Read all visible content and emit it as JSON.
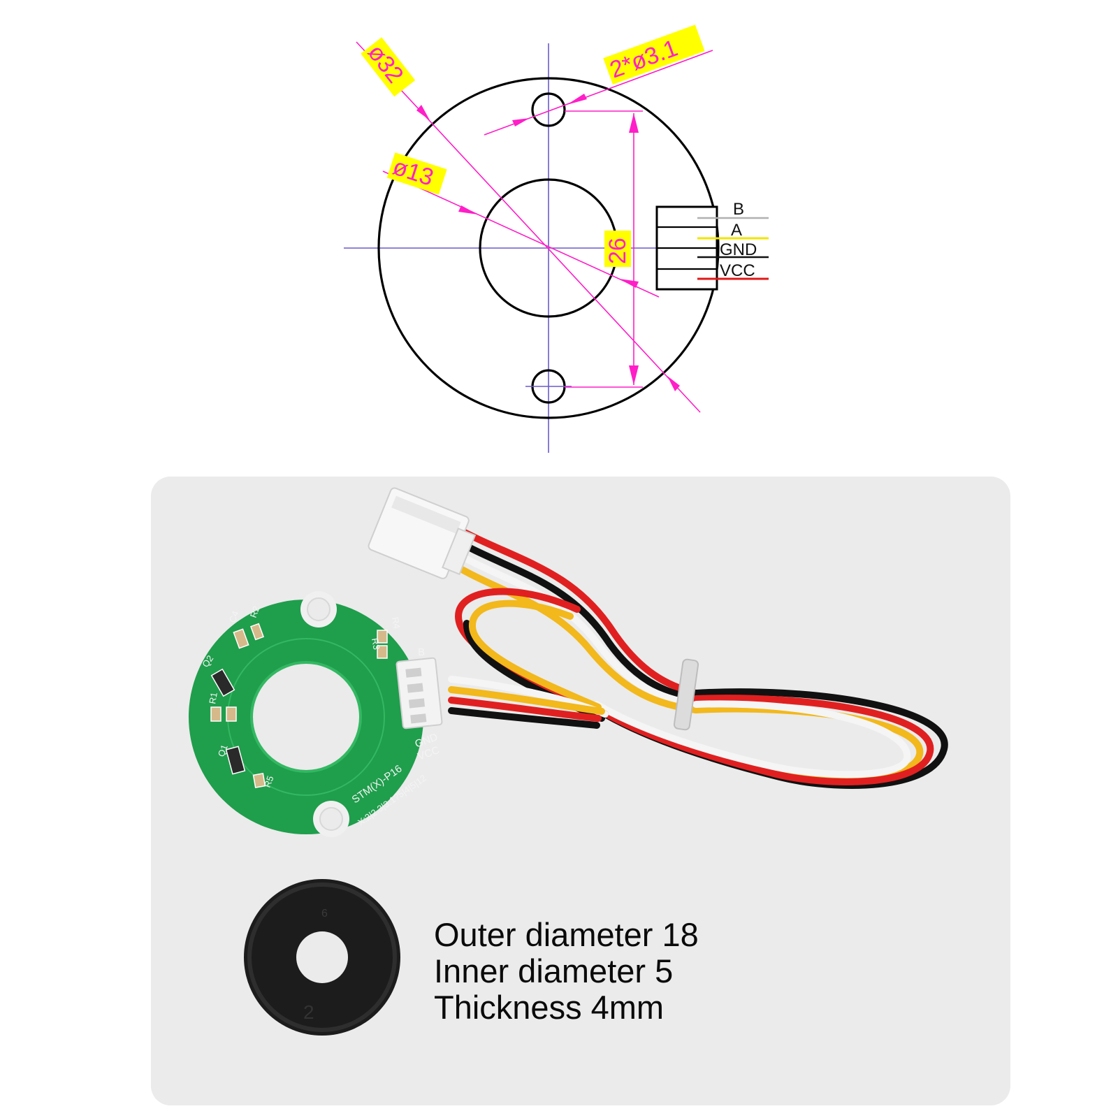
{
  "drawing": {
    "dimensions": {
      "outer_diameter": "ø32",
      "inner_diameter": "ø13",
      "hole_spacing": "26",
      "mount_holes": "2*ø3.1"
    },
    "pins": [
      "B",
      "A",
      "GND",
      "VCC"
    ],
    "colors": {
      "dimension": "#ff1ec8",
      "label_highlight": "#ffff00",
      "pin_b": "#b0b0b0",
      "pin_a": "#f2e600",
      "pin_gnd": "#111111",
      "pin_vcc": "#e01818"
    }
  },
  "board": {
    "color": "#1f9e4c",
    "silkscreen": {
      "model": "STM(X)-P16",
      "version": "X:2|2.3|3.1?5|4|5|12",
      "pin_gnd": "GND",
      "pin_vcc": "VCC",
      "pin_b": "B",
      "parts": [
        "C4",
        "R2",
        "R4",
        "R3",
        "Q2",
        "R1",
        "Q1",
        "R5"
      ]
    }
  },
  "cable": {
    "wire_colors": [
      "#e02020",
      "#111111",
      "#f5f5f5",
      "#f2b81c"
    ]
  },
  "magnet": {
    "marks": [
      "6",
      "2"
    ],
    "specs": [
      "Outer diameter 18",
      "Inner diameter 5",
      "Thickness 4mm"
    ]
  }
}
